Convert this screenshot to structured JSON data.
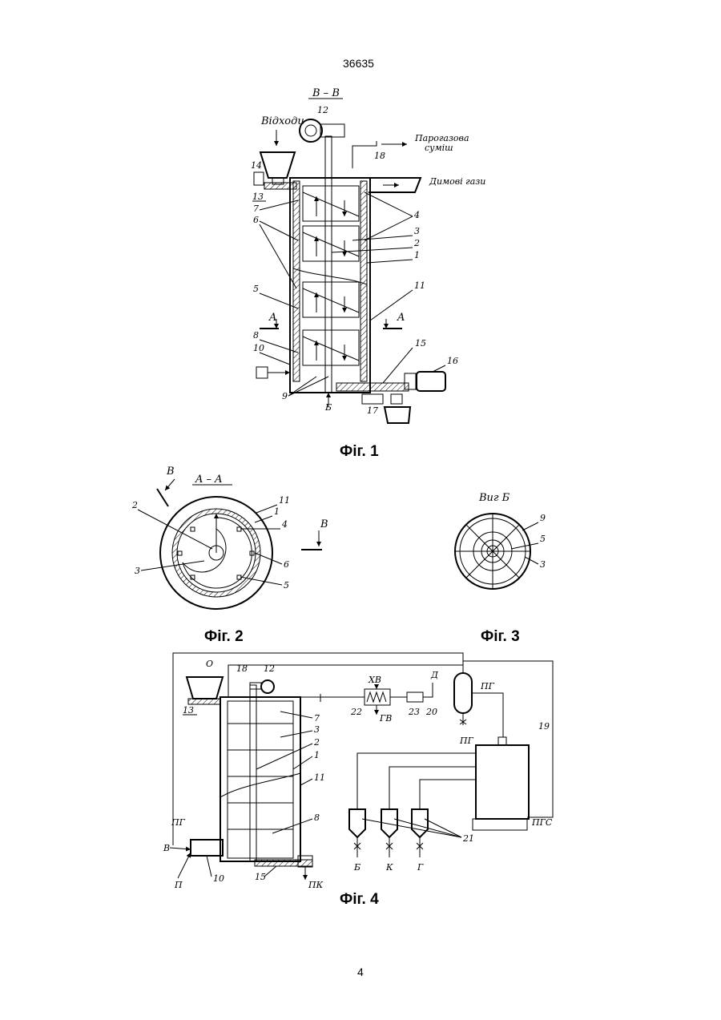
{
  "page": {
    "header_number": "36635",
    "footer_number": "4"
  },
  "fig1": {
    "caption": "Фіг. 1",
    "section_label": "B – B",
    "inlet_label": "Відходи",
    "steam_gas_label_1": "Парогазова",
    "steam_gas_label_2": "суміш",
    "flue_gas_label": "Димові гази",
    "section_a_left": "A",
    "section_a_right": "A",
    "view_b": "Б",
    "callouts": [
      "12",
      "18",
      "14",
      "13",
      "7",
      "6",
      "4",
      "3",
      "2",
      "1",
      "11",
      "5",
      "8",
      "10",
      "15",
      "16",
      "9",
      "17"
    ]
  },
  "fig2": {
    "caption": "Фіг. 2",
    "section_label": "A – A",
    "cut_b_top": "B",
    "cut_b_right": "B",
    "callouts": [
      "2",
      "11",
      "1",
      "4",
      "3",
      "6",
      "5"
    ]
  },
  "fig3": {
    "caption": "Фіг. 3",
    "view_label": "Виг Б",
    "callouts": [
      "9",
      "5",
      "3"
    ]
  },
  "fig4": {
    "caption": "Фіг. 4",
    "labels": {
      "o": "О",
      "xv": "ХВ",
      "d": "Д",
      "pg_top": "ПГ",
      "gv": "ГВ",
      "pg_drain": "ПГ",
      "pg_left": "ПГ",
      "v": "В",
      "p": "П",
      "pk": "ПК",
      "pgs": "ПГС",
      "b": "Б",
      "k": "К",
      "g": "Г"
    },
    "callouts": [
      "18",
      "12",
      "13",
      "22",
      "23",
      "20",
      "7",
      "3",
      "2",
      "1",
      "11",
      "8",
      "10",
      "15",
      "19",
      "21"
    ]
  }
}
